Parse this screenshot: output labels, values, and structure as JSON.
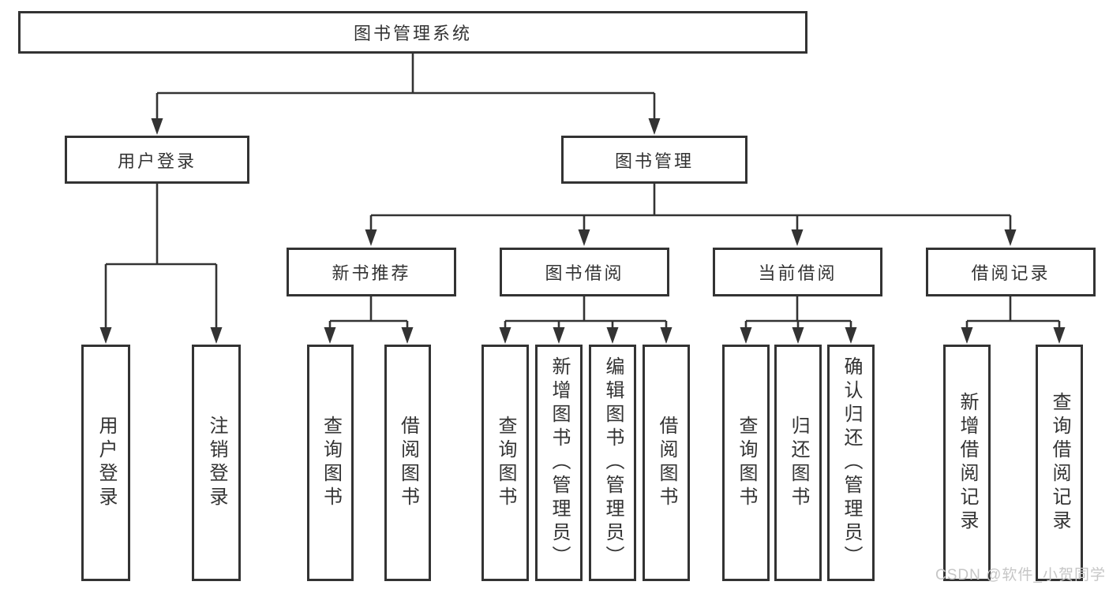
{
  "diagram": {
    "root": {
      "label": "图书管理系统"
    },
    "user_login": {
      "label": "用户登录",
      "children": [
        "用户登录",
        "注销登录"
      ]
    },
    "book_mgmt": {
      "label": "图书管理",
      "sections": [
        {
          "label": "新书推荐",
          "children": [
            "查询图书",
            "借阅图书"
          ]
        },
        {
          "label": "图书借阅",
          "children": [
            "查询图书",
            "新增图书（管理员）",
            "编辑图书（管理员）",
            "借阅图书"
          ]
        },
        {
          "label": "当前借阅",
          "children": [
            "查询图书",
            "归还图书",
            "确认归还（管理员）"
          ]
        },
        {
          "label": "借阅记录",
          "children": [
            "新增借阅记录",
            "查询借阅记录"
          ]
        }
      ]
    }
  },
  "watermark": "CSDN @软件_小贺同学",
  "colors": {
    "line": "#333333",
    "box_border": "#333333",
    "text": "#333333",
    "background": "#ffffff",
    "watermark": "#c6c6c6"
  }
}
